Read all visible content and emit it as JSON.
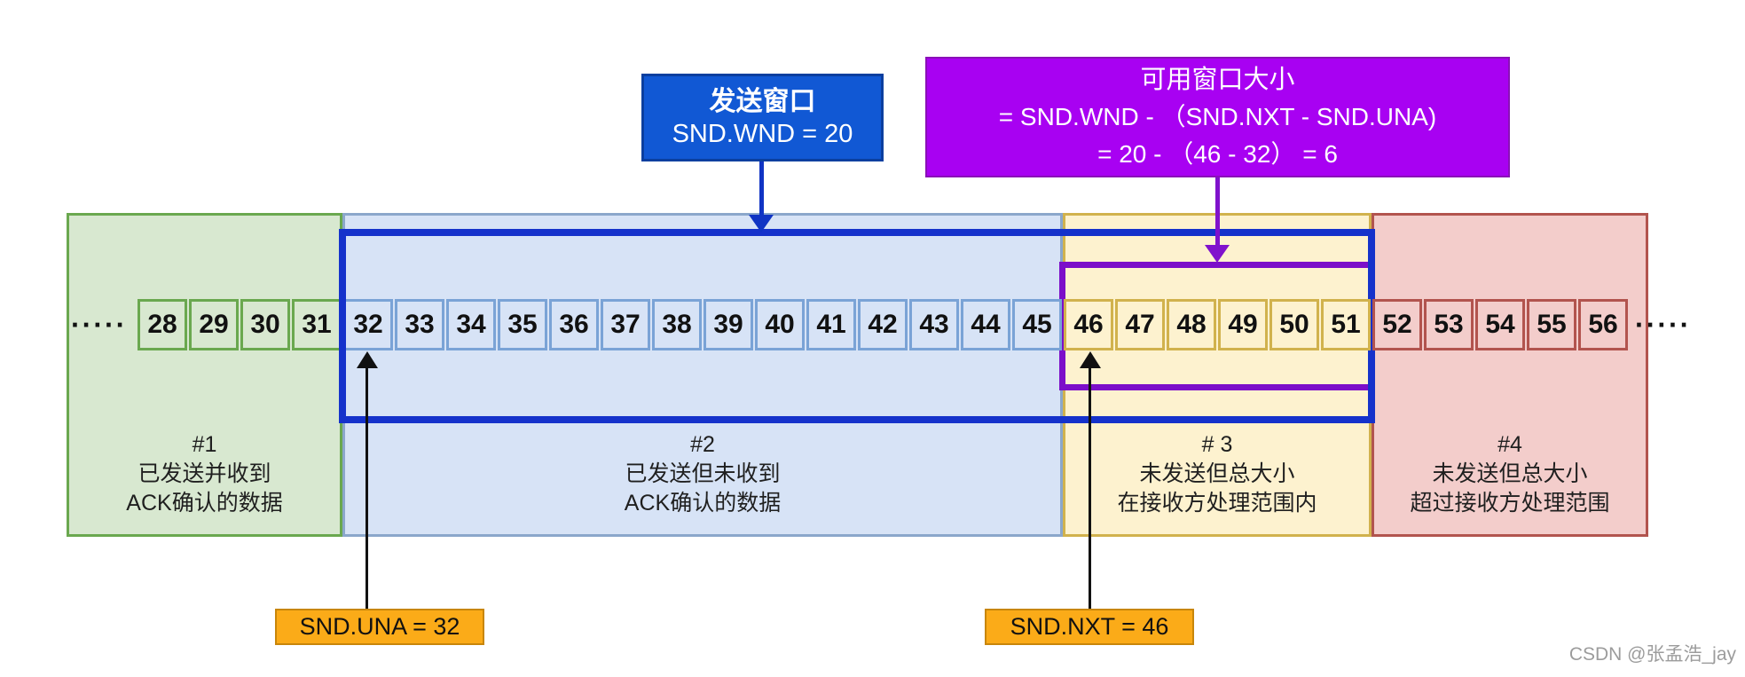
{
  "send_window_box": {
    "title": "发送窗口",
    "value": "SND.WND = 20"
  },
  "available_window_box": {
    "title": "可用窗口大小",
    "formula": "= SND.WND - （SND.NXT - SND.UNA)",
    "result": "= 20 - （46 - 32）  = 6"
  },
  "regions": [
    {
      "number": "#1",
      "desc1": "已发送并收到",
      "desc2": "ACK确认的数据",
      "cells": [
        28,
        29,
        30,
        31
      ]
    },
    {
      "number": "#2",
      "desc1": "已发送但未收到",
      "desc2": "ACK确认的数据",
      "cells": [
        32,
        33,
        34,
        35,
        36,
        37,
        38,
        39,
        40,
        41,
        42,
        43,
        44,
        45
      ]
    },
    {
      "number": "# 3",
      "desc1": "未发送但总大小",
      "desc2": "在接收方处理范围内",
      "cells": [
        46,
        47,
        48,
        49,
        50,
        51
      ]
    },
    {
      "number": "#4",
      "desc1": "未发送但总大小",
      "desc2": "超过接收方处理范围",
      "cells": [
        52,
        53,
        54,
        55,
        56
      ]
    }
  ],
  "pointers": {
    "snd_una": "SND.UNA = 32",
    "snd_nxt": "SND.NXT = 46"
  },
  "ellipsis": "·····",
  "watermark": "CSDN @张孟浩_jay",
  "colors": {
    "send_window_outline": "#1532cb",
    "available_window_outline": "#7c0fc9",
    "send_window_box_bg": "#1158d4",
    "available_window_box_bg": "#a801f2",
    "pointer_box_bg": "#fbab18",
    "region_green_bg": "#d8e8d0",
    "region_green_border": "#6aa84f",
    "region_blue_bg": "#d7e3f6",
    "region_blue_border": "#7aa3d6",
    "region_yellow_bg": "#fdf2cf",
    "region_yellow_border": "#d1b24d",
    "region_red_bg": "#f3cdcb",
    "region_red_border": "#b2544e"
  }
}
